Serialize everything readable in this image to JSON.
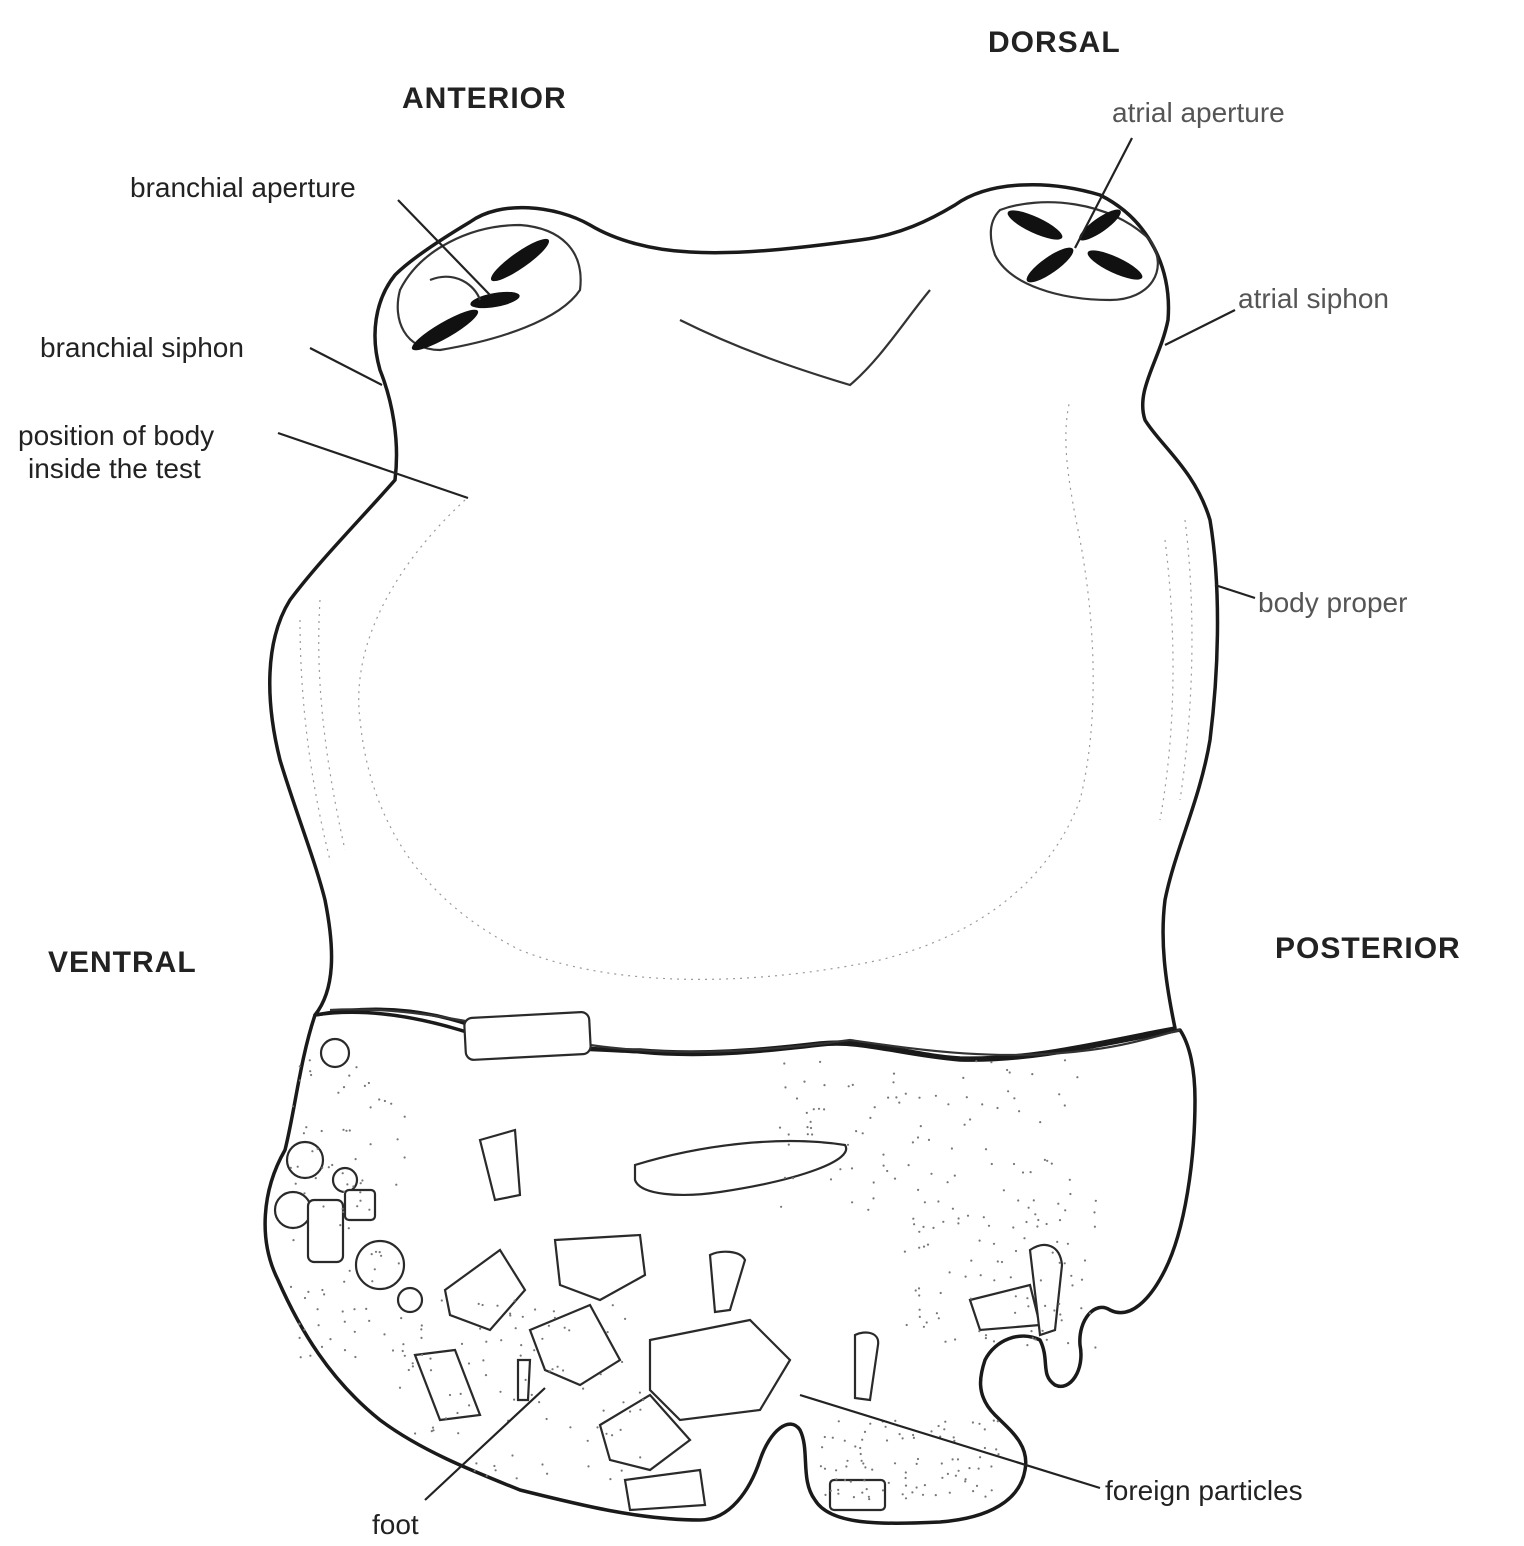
{
  "orientation": {
    "anterior": "ANTERIOR",
    "dorsal": "DORSAL",
    "ventral": "VENTRAL",
    "posterior": "POSTERIOR"
  },
  "labels": {
    "branchial_aperture": "branchial aperture",
    "branchial_siphon": "branchial siphon",
    "position_of_body_line1": "position of body",
    "position_of_body_line2": "inside the test",
    "atrial_aperture": "atrial aperture",
    "atrial_siphon": "atrial siphon",
    "body_proper": "body proper",
    "foreign_particles": "foreign particles",
    "foot": "foot"
  }
}
